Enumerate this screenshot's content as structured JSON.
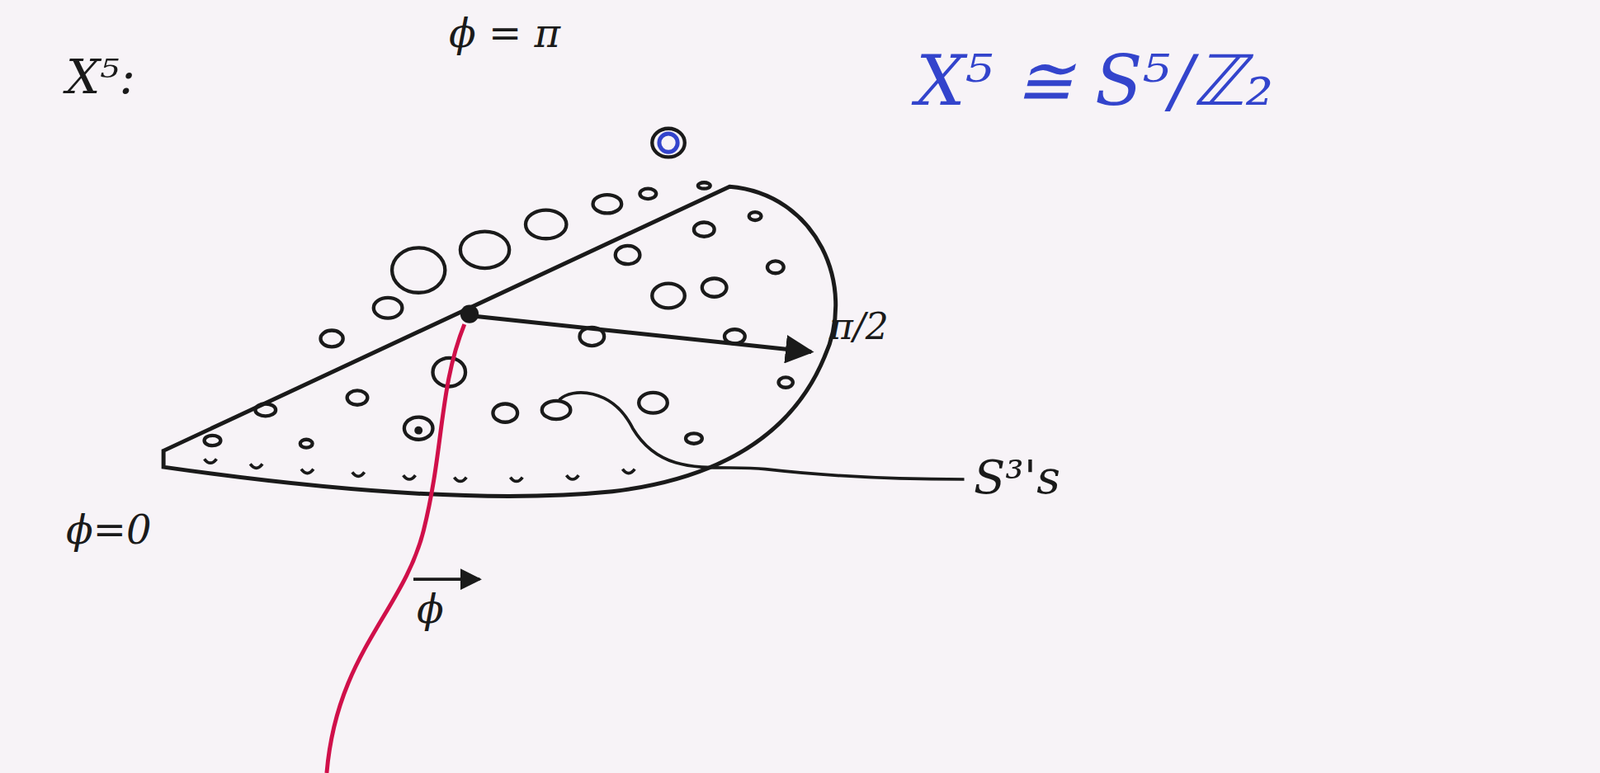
{
  "diagram": {
    "labels": [
      "X⁵:",
      "ϕ = π",
      "X⁵ ≅ S⁵/ℤ₂",
      "π/2",
      "ϕ=0",
      "ϕ",
      "S³'s"
    ]
  }
}
